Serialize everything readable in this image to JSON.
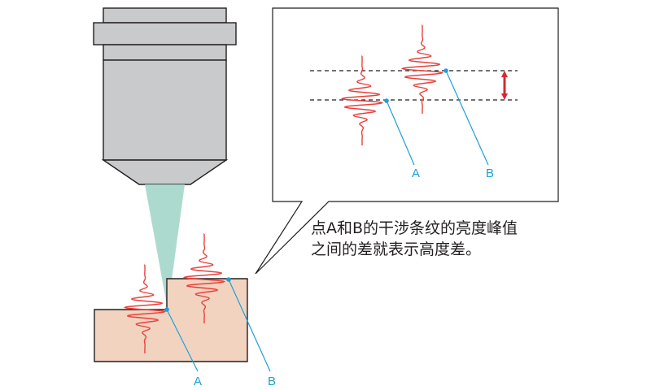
{
  "colors": {
    "objective_fill": "#c9cacb",
    "outline": "#231f20",
    "beam": "#a9d8cc",
    "sample_fill": "#f2d3c0",
    "interferogram": "#e8413c",
    "leader": "#1e9fd6",
    "height_arrow": "#d7282f",
    "callout_border": "#231f20"
  },
  "icons": {
    "height_marker": "double-arrow-icon"
  },
  "labels": {
    "point_a": "A",
    "point_b": "B",
    "callout_point_a": "A",
    "callout_point_b": "B"
  },
  "caption": {
    "line1": "点A和B的干涉条纹的亮度峰值",
    "line2": "之间的差就表示高度差。"
  }
}
